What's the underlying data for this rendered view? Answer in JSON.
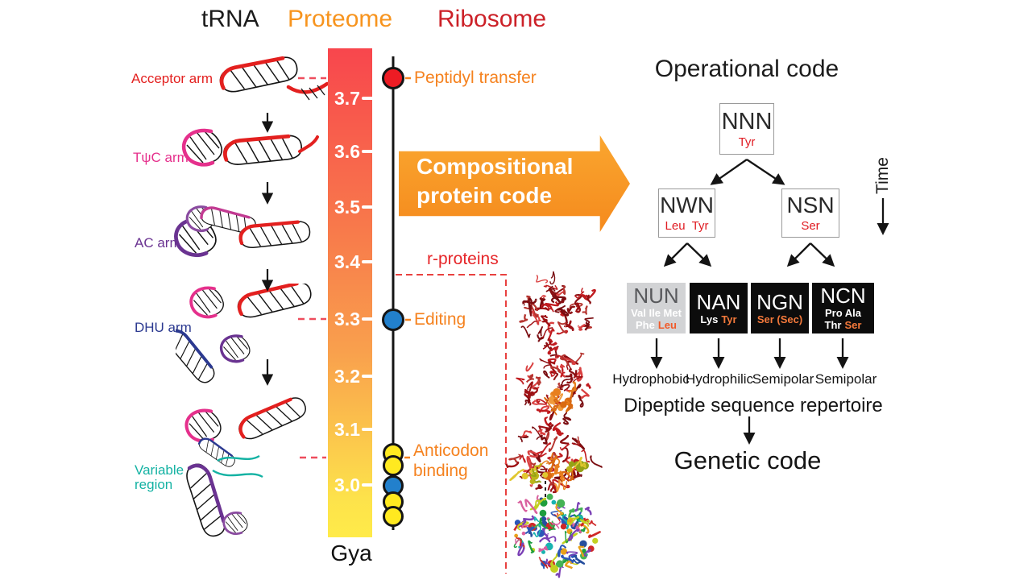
{
  "header": {
    "trna": "tRNA",
    "proteome": "Proteome",
    "ribosome": "Ribosome"
  },
  "trna_column": {
    "stages": [
      {
        "label": "Acceptor arm"
      },
      {
        "label": "TψC arm"
      },
      {
        "label": "AC arm"
      },
      {
        "label": "DHU arm"
      },
      {
        "label_line1": "Variable",
        "label_line2": "region"
      }
    ]
  },
  "scale": {
    "unit": "Gya",
    "ticks": [
      "3.7",
      "3.6",
      "3.5",
      "3.4",
      "3.3",
      "3.2",
      "3.1",
      "3.0"
    ]
  },
  "ribosome_timeline": {
    "events": [
      {
        "label": "Peptidyl transfer",
        "dot": "red"
      },
      {
        "label": "Editing",
        "dot": "blue"
      },
      {
        "label_line1": "Anticodon",
        "label_line2": "binding",
        "dot": "yellow"
      }
    ],
    "r_proteins_label": "r-proteins"
  },
  "transition_arrow": {
    "line1": "Compositional",
    "line2": "protein code"
  },
  "operational_code": {
    "title": "Operational code",
    "time_label": "Time",
    "root": {
      "code": "NNN",
      "aa": "Tyr"
    },
    "level2": [
      {
        "code": "NWN",
        "aa": "Leu  Tyr"
      },
      {
        "code": "NSN",
        "aa": "Ser"
      }
    ],
    "level3": [
      {
        "code": "NUN",
        "aa1_main": "Val Ile Met",
        "aa2_main": "Phe",
        "aa2_accent": "Leu",
        "property": "Hydrophobic"
      },
      {
        "code": "NAN",
        "aa1_main": "Lys",
        "aa1_accent": "Tyr",
        "property": "Hydrophilic"
      },
      {
        "code": "NGN",
        "aa1_accent": "Ser (Sec)",
        "property": "Semipolar"
      },
      {
        "code": "NCN",
        "aa1_main": "Pro Ala",
        "aa2_main": "Thr",
        "aa2_accent": "Ser",
        "property": "Semipolar"
      }
    ],
    "dipeptide_label": "Dipeptide sequence repertoire",
    "genetic_label": "Genetic code"
  },
  "colors": {
    "trna_label": "#1b1b1b",
    "proteome_label": "#f7941e",
    "ribosome_label": "#cc2128",
    "acceptor_arm": "#e3201f",
    "tpc_arm": "#e5308c",
    "ac_arm": "#6a3391",
    "dhu_arm": "#2b3990",
    "variable_region": "#14b2a3",
    "event_label": "#f5821f",
    "r_proteins": "#e62629",
    "scale_top": "#f8464d",
    "scale_bottom": "#ffe843",
    "dot_red": "#ed1c24",
    "dot_blue": "#2280cc",
    "dot_yellow": "#ffe920",
    "accent_aa": "#f4793b"
  }
}
